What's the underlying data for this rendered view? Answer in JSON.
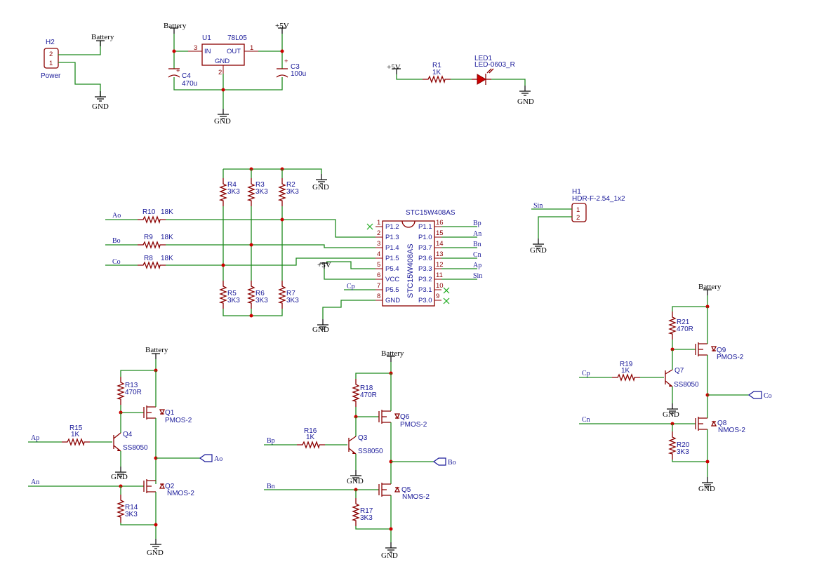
{
  "power": {
    "battery": "Battery",
    "gnd": "GND",
    "vcc5": "+5V"
  },
  "h2": {
    "ref": "H2",
    "value": "Power",
    "pins": [
      "2",
      "1"
    ]
  },
  "u1": {
    "ref": "U1",
    "value": "78L05",
    "in": "IN",
    "out": "OUT",
    "gndpin": "GND",
    "p3": "3",
    "p1": "1",
    "p2": "2"
  },
  "c4": {
    "ref": "C4",
    "value": "470u",
    "plus": "+"
  },
  "c3": {
    "ref": "C3",
    "value": "100u",
    "plus": "+"
  },
  "r1": {
    "ref": "R1",
    "value": "1K"
  },
  "led1": {
    "ref": "LED1",
    "value": "LED-0603_R"
  },
  "h1": {
    "ref": "H1",
    "value": "HDR-F-2.54_1x2",
    "pins": [
      "1",
      "2"
    ]
  },
  "mcu": {
    "ref": "STC15W408AS",
    "chip": "STC15W408AS",
    "left": [
      {
        "n": "1",
        "p": "P1.2"
      },
      {
        "n": "2",
        "p": "P1.3"
      },
      {
        "n": "3",
        "p": "P1.4"
      },
      {
        "n": "4",
        "p": "P1.5"
      },
      {
        "n": "5",
        "p": "P5.4"
      },
      {
        "n": "6",
        "p": "VCC"
      },
      {
        "n": "7",
        "p": "P5.5"
      },
      {
        "n": "8",
        "p": "GND"
      }
    ],
    "right": [
      {
        "n": "16",
        "p": "P1.1"
      },
      {
        "n": "15",
        "p": "P1.0"
      },
      {
        "n": "14",
        "p": "P3.7"
      },
      {
        "n": "13",
        "p": "P3.6"
      },
      {
        "n": "12",
        "p": "P3.3"
      },
      {
        "n": "11",
        "p": "P3.2"
      },
      {
        "n": "10",
        "p": "P3.1"
      },
      {
        "n": "9",
        "p": "P3.0"
      }
    ]
  },
  "divider": {
    "r10": {
      "ref": "R10",
      "value": "18K"
    },
    "r9": {
      "ref": "R9",
      "value": "18K"
    },
    "r8": {
      "ref": "R8",
      "value": "18K"
    },
    "r4": {
      "ref": "R4",
      "value": "3K3"
    },
    "r3": {
      "ref": "R3",
      "value": "3K3"
    },
    "r2": {
      "ref": "R2",
      "value": "3K3"
    },
    "r5": {
      "ref": "R5",
      "value": "3K3"
    },
    "r6": {
      "ref": "R6",
      "value": "3K3"
    },
    "r7": {
      "ref": "R7",
      "value": "3K3"
    }
  },
  "nets": {
    "ao": "Ao",
    "bo": "Bo",
    "co": "Co",
    "ap": "Ap",
    "an": "An",
    "bp": "Bp",
    "bn": "Bn",
    "cp": "Cp",
    "cn": "Cn",
    "sin": "Sin"
  },
  "bridgeA": {
    "r13": {
      "ref": "R13",
      "value": "470R"
    },
    "q1": {
      "ref": "Q1",
      "value": "PMOS-2"
    },
    "r15": {
      "ref": "R15",
      "value": "1K"
    },
    "q4": {
      "ref": "Q4",
      "value": "SS8050"
    },
    "q2": {
      "ref": "Q2",
      "value": "NMOS-2"
    },
    "r14": {
      "ref": "R14",
      "value": "3K3"
    }
  },
  "bridgeB": {
    "r18": {
      "ref": "R18",
      "value": "470R"
    },
    "q6": {
      "ref": "Q6",
      "value": "PMOS-2"
    },
    "r16": {
      "ref": "R16",
      "value": "1K"
    },
    "q3": {
      "ref": "Q3",
      "value": "SS8050"
    },
    "q5": {
      "ref": "Q5",
      "value": "NMOS-2"
    },
    "r17": {
      "ref": "R17",
      "value": "3K3"
    }
  },
  "bridgeC": {
    "r21": {
      "ref": "R21",
      "value": "470R"
    },
    "q9": {
      "ref": "Q9",
      "value": "PMOS-2"
    },
    "r19": {
      "ref": "R19",
      "value": "1K"
    },
    "q7": {
      "ref": "Q7",
      "value": "SS8050"
    },
    "q8": {
      "ref": "Q8",
      "value": "NMOS-2"
    },
    "r20": {
      "ref": "R20",
      "value": "3K3"
    }
  },
  "colors": {
    "wire": "#1e8a1e",
    "component": "#8b0000",
    "text": "#1a1a99",
    "junction": "#cc0000"
  }
}
